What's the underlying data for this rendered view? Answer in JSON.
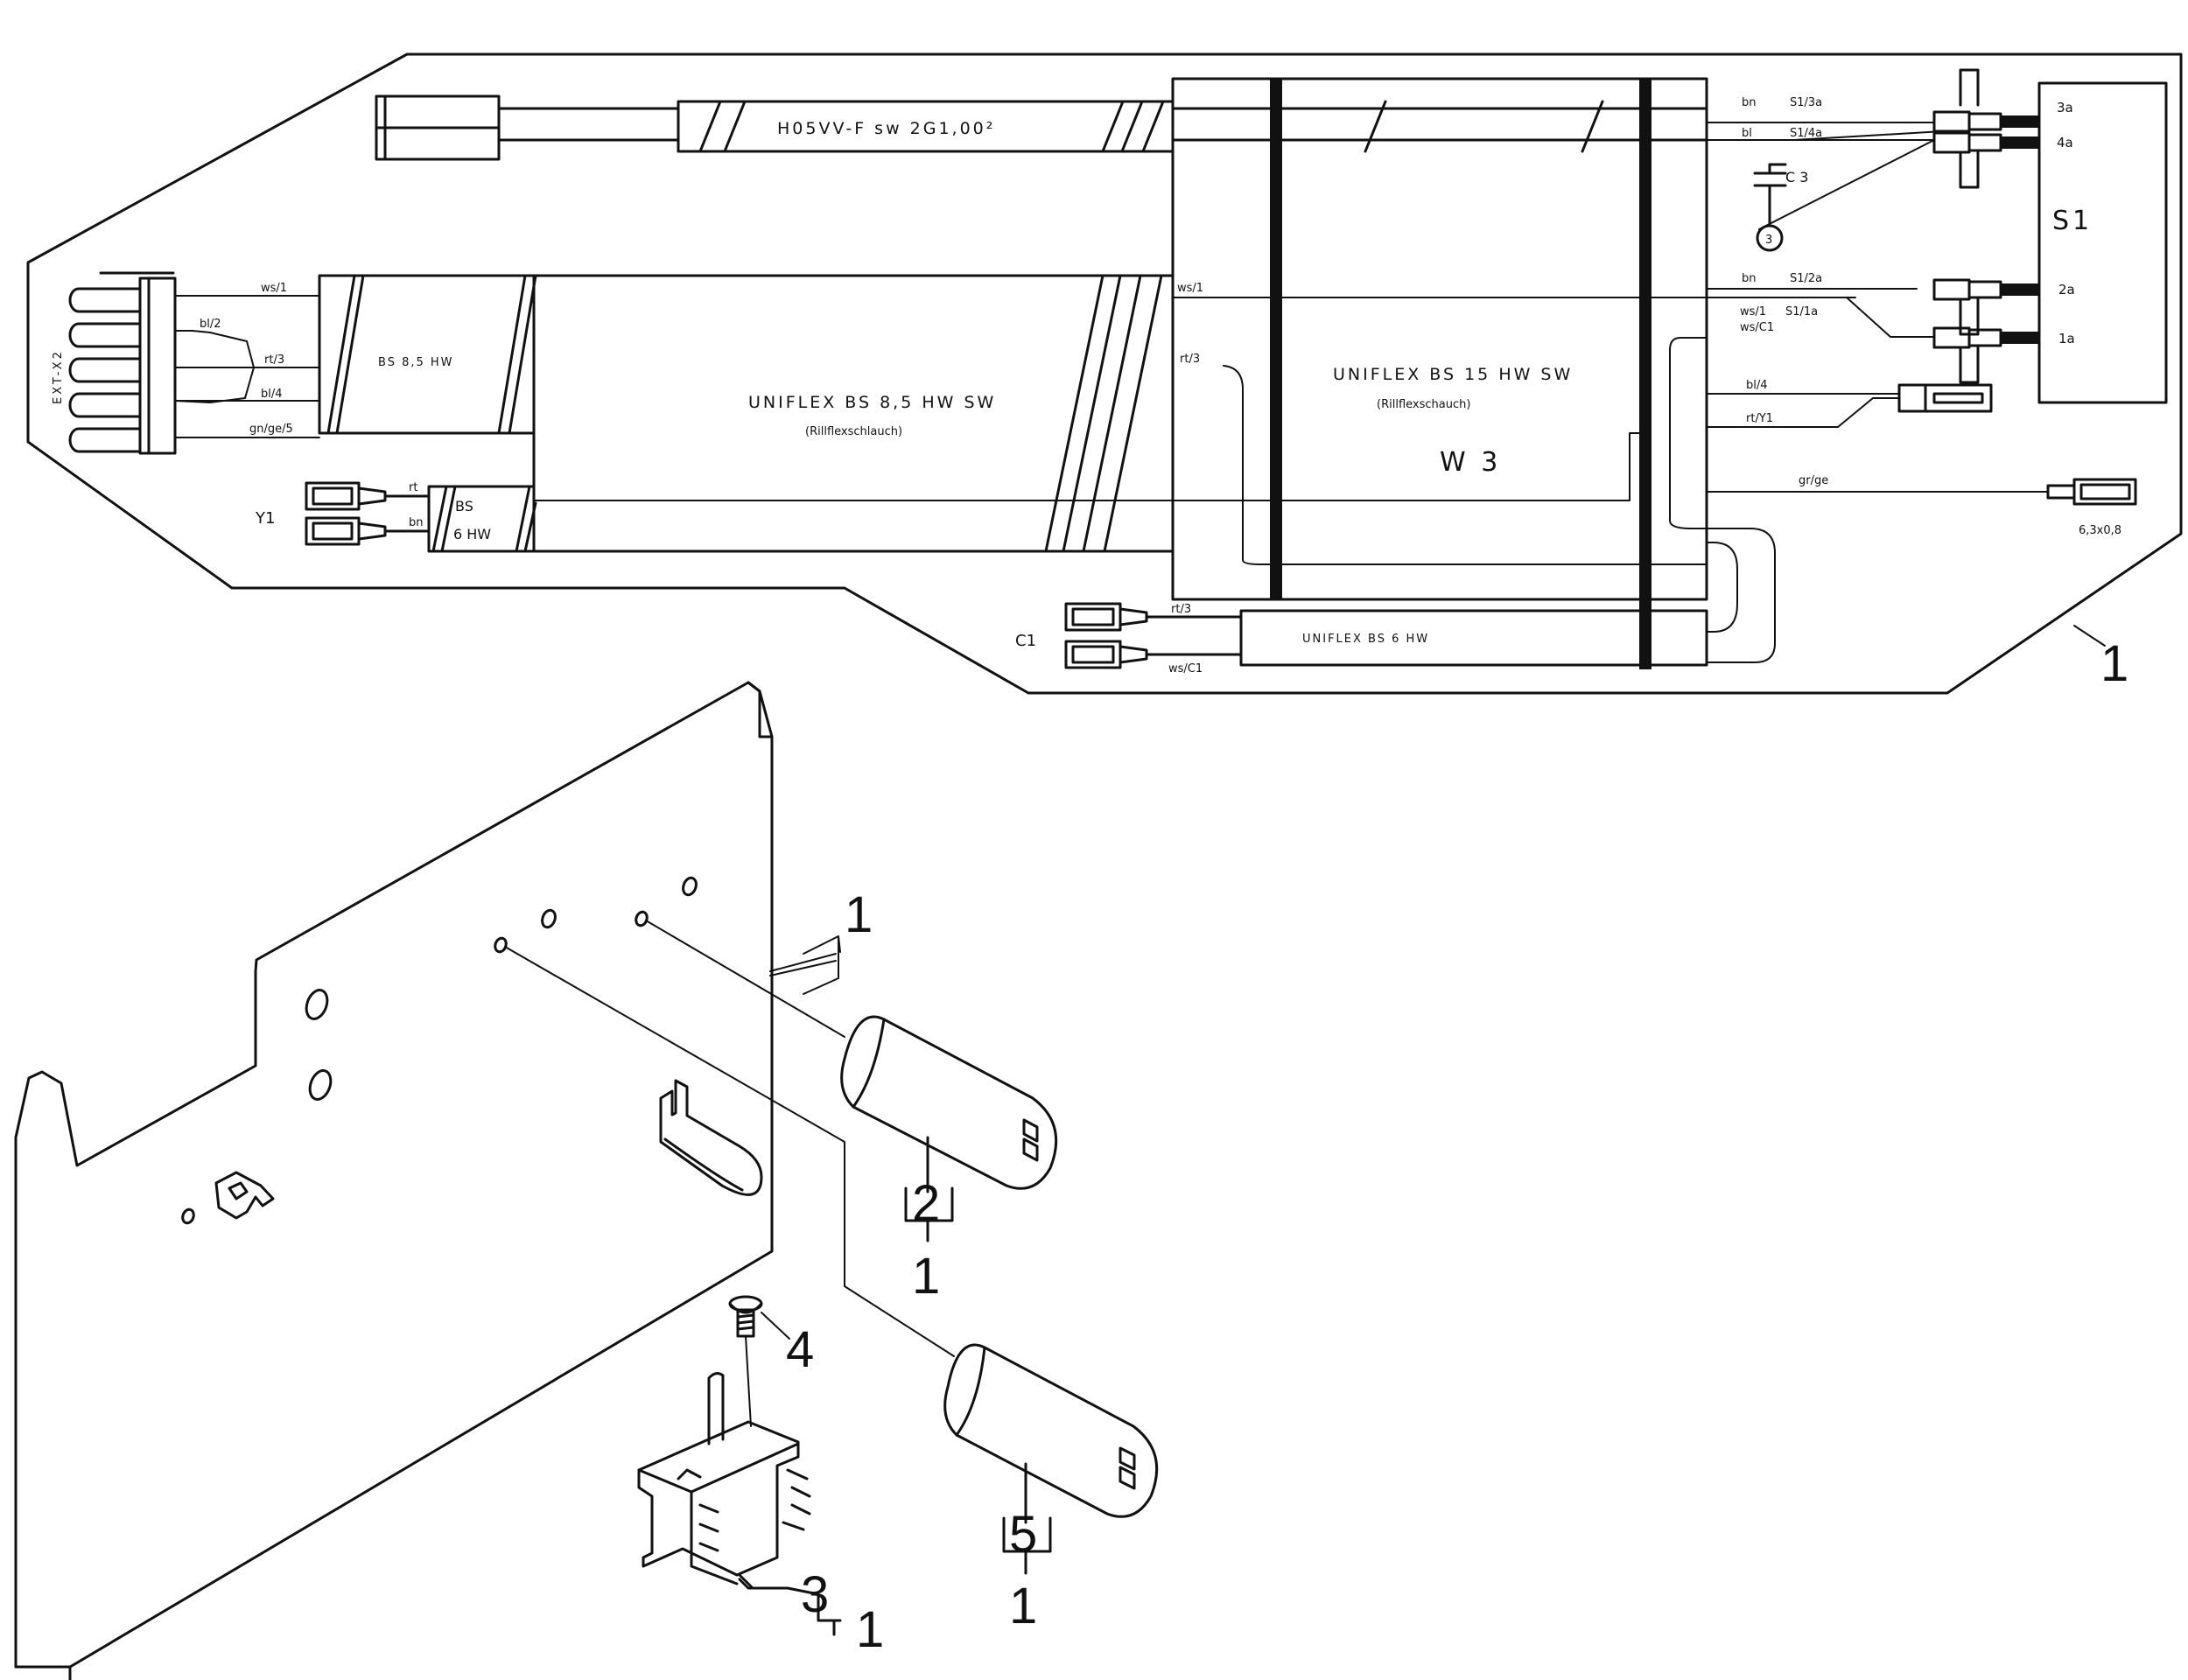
{
  "harness": {
    "cable_main": "H05VV-F sw 2G1,00²",
    "tube_bs85": "BS 8,5 HW",
    "tube_uniflex_85": "UNIFLEX BS 8,5 HW SW",
    "tube_uniflex_85_sub": "(Rillflexschlauch)",
    "tube_uniflex_15": "UNIFLEX BS 15 HW SW",
    "tube_uniflex_15_sub": "(Rillflexschauch)",
    "tube_bs6_a": "BS",
    "tube_bs6_b": "6 HW",
    "tube_uniflex_6": "UNIFLEX BS 6 HW",
    "ref_w3": "W 3",
    "ref_s1": "S1",
    "ref_c3": "C 3",
    "ref_y1": "Y1",
    "ref_c1": "C1",
    "ref_ext": "EXT-X2",
    "motor_symbol": "3",
    "terminal_3a": "3a",
    "terminal_4a": "4a",
    "terminal_2a": "2a",
    "terminal_1a": "1a",
    "wire_bn_1": "bn",
    "wire_s13a": "S1/3a",
    "wire_bl_1": "bl",
    "wire_s14a": "S1/4a",
    "wire_bn_2": "bn",
    "wire_s12a": "S1/2a",
    "wire_ws1": "ws/1",
    "wire_s11a": "S1/1a",
    "wire_wsc1": "ws/C1",
    "wire_bl4_r": "bl/4",
    "wire_rty1": "rt/Y1",
    "wire_grge": "gr/ge",
    "terminal_size": "6,3x0,8",
    "wire_ws1_left": "ws/1",
    "wire_bl2": "bl/2",
    "wire_rt3": "rt/3",
    "wire_bl4_left": "bl/4",
    "wire_grge5": "gn/ge/5",
    "wire_ws1_mid": "ws/1",
    "wire_rt3_mid": "rt/3",
    "wire_y1_rt": "rt",
    "wire_y1_bn": "bn",
    "wire_c1_rt3": "rt/3",
    "wire_c1_wsc1": "ws/C1"
  },
  "callouts": {
    "harness": "1",
    "bracket": "1",
    "part_2": "2",
    "part_2_qty": "1",
    "part_4": "4",
    "part_3": "3",
    "part_3_qty": "1",
    "part_5": "5",
    "part_5_qty": "1"
  }
}
